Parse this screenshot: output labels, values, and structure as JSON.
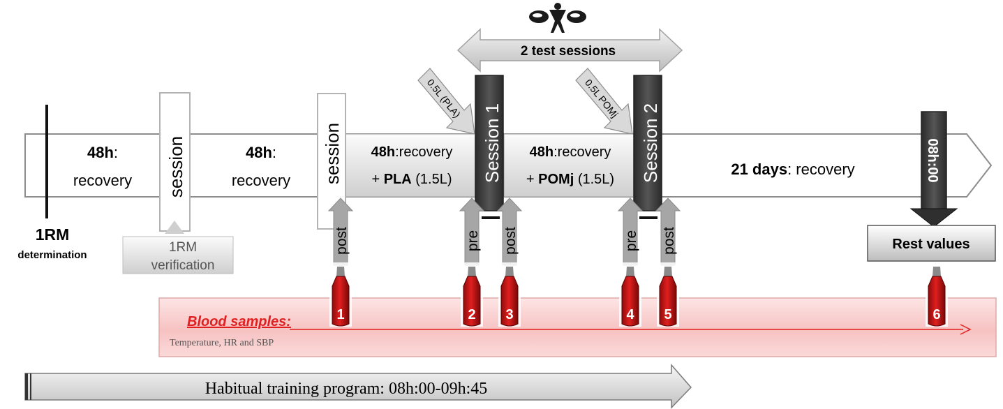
{
  "timeline": {
    "rm_determination": {
      "title": "1RM",
      "subtitle": "determination"
    },
    "phase1": {
      "duration": "48h",
      "colon": ":",
      "label": "recovery"
    },
    "verification_session": {
      "label": "session",
      "box_line1": "1RM",
      "box_line2": "verification"
    },
    "phase2": {
      "duration": "48h",
      "colon": ":",
      "label": "recovery"
    },
    "pre_session": {
      "label": "session"
    },
    "phase3": {
      "duration": "48h",
      "line1_rest": ":recovery",
      "line2_prefix": "+ ",
      "supplement": "PLA",
      "amount": " (1.5L)"
    },
    "session1": {
      "label": "Session 1",
      "drink": "0.5L (PLA)"
    },
    "phase4": {
      "duration": "48h",
      "line1_rest": ":recovery",
      "line2_prefix": "+ ",
      "supplement": "POMj",
      "amount": " (1.5L)"
    },
    "session2": {
      "label": "Session 2",
      "drink": "0.5L POMj"
    },
    "phase5": {
      "duration": "21 days",
      "rest": ": recovery"
    },
    "final_time": "08h:00",
    "rest_values": "Rest values"
  },
  "test_sessions": {
    "label": "2 test sessions"
  },
  "sample_markers": [
    {
      "label": "post",
      "number": "1"
    },
    {
      "label": "pre",
      "number": "2"
    },
    {
      "label": "post",
      "number": "3"
    },
    {
      "label": "pre",
      "number": "4"
    },
    {
      "label": "post",
      "number": "5"
    },
    {
      "label": "",
      "number": "6"
    }
  ],
  "blood_panel": {
    "title": "Blood samples:",
    "subtitle": "Temperature, HR and SBP"
  },
  "training": {
    "label": "Habitual training program: 08h:00-09h:45"
  },
  "colors": {
    "accent_red": "#e02020",
    "dark_bar": "#3b3b3b",
    "panel_pink": "#f9c9c9",
    "grey_fill": "#d9d9d9"
  }
}
